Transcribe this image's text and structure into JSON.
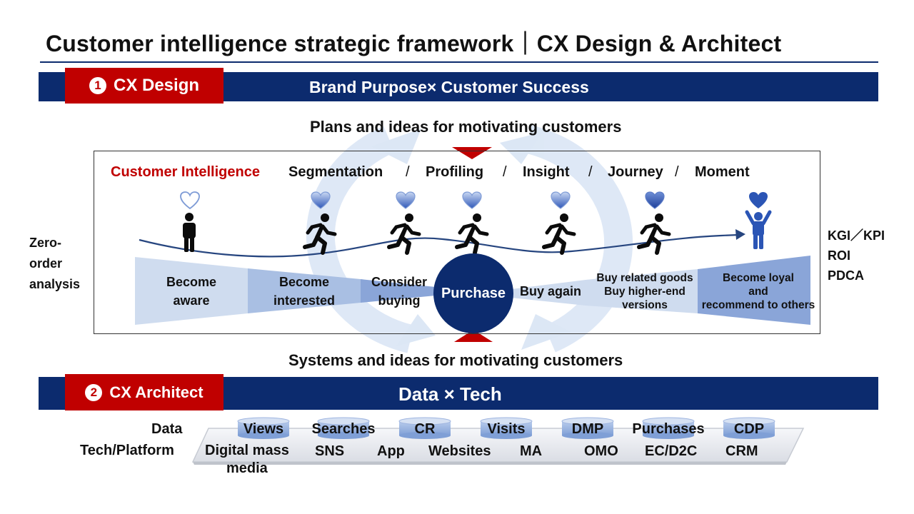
{
  "title": "Customer intelligence strategic framework｜CX Design & Architect",
  "colors": {
    "navy": "#0c2b6e",
    "red": "#c00000",
    "light_blue": "#cfdcef",
    "mid_blue": "#a9bfe3",
    "deep_blue": "#8aa5d8"
  },
  "cx_design": {
    "number": "1",
    "label": "CX Design",
    "band_text": "Brand Purpose× Customer Success"
  },
  "plans_heading": "Plans and ideas for motivating customers",
  "systems_heading": "Systems and ideas for motivating customers",
  "customer_intelligence": {
    "label": "Customer Intelligence",
    "items": [
      "Segmentation",
      "Profiling",
      "Insight",
      "Journey",
      "Moment"
    ],
    "separator": "/"
  },
  "left_note": [
    "Zero-",
    "order",
    "analysis"
  ],
  "right_note": [
    "KGI／KPI",
    "ROI",
    "PDCA"
  ],
  "stages": {
    "aware": [
      "Become",
      "aware"
    ],
    "interested": [
      "Become",
      "interested"
    ],
    "consider": [
      "Consider",
      "buying"
    ],
    "purchase": "Purchase",
    "buy_again": "Buy again",
    "related": [
      "Buy related goods",
      "Buy higher-end",
      "versions"
    ],
    "loyal": [
      "Become loyal",
      "and",
      "recommend to others"
    ]
  },
  "journey_icons": [
    "heart-outline-icon",
    "heart-icon",
    "running-person-icon",
    "standing-person-icon",
    "cheering-person-icon"
  ],
  "cx_architect": {
    "number": "2",
    "label": "CX Architect",
    "band_text": "Data × Tech"
  },
  "data_row_label": "Data",
  "tech_row_label": "Tech/Platform",
  "data_items": [
    "Views",
    "Searches",
    "CR",
    "Visits",
    "DMP",
    "Purchases",
    "CDP"
  ],
  "tech_items": {
    "digital_mass_media": [
      "Digital mass",
      "media"
    ],
    "sns": "SNS",
    "app": "App",
    "websites": "Websites",
    "ma": "MA",
    "omo": "OMO",
    "ec_d2c": "EC/D2C",
    "crm": "CRM"
  }
}
